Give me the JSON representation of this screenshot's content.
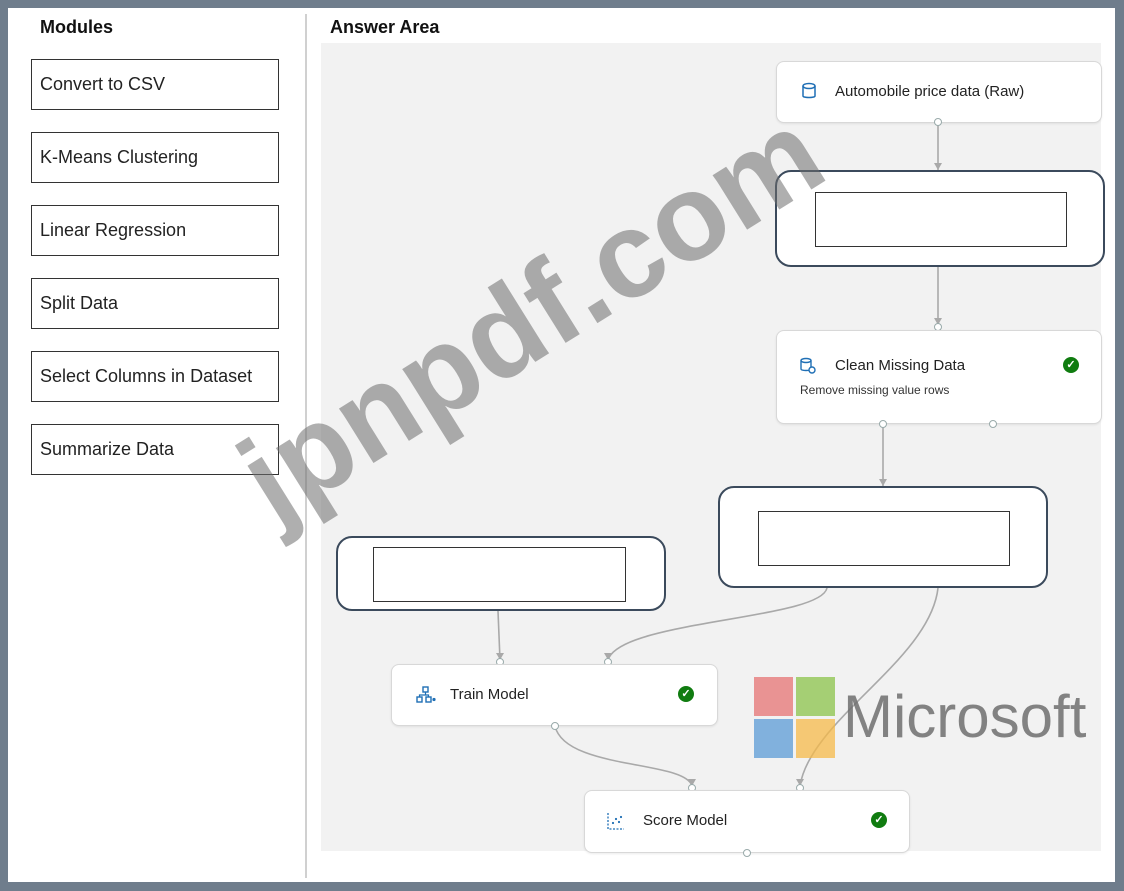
{
  "modules_panel": {
    "title": "Modules",
    "items": [
      "Convert to CSV",
      "K-Means Clustering",
      "Linear Regression",
      "Split Data",
      "Select Columns in Dataset",
      "Summarize Data"
    ]
  },
  "answer_area": {
    "title": "Answer Area",
    "nodes": {
      "dataset": {
        "label": "Automobile price data (Raw)",
        "icon": "database-icon"
      },
      "clean": {
        "label": "Clean Missing Data",
        "sub": "Remove missing value rows",
        "icon": "clean-data-icon",
        "status": "success-check-icon"
      },
      "train": {
        "label": "Train Model",
        "icon": "train-model-icon",
        "status": "success-check-icon"
      },
      "score": {
        "label": "Score Model",
        "icon": "score-model-icon",
        "status": "success-check-icon"
      }
    }
  },
  "watermark": {
    "text": "jpnpdf.com",
    "brand": "Microsoft"
  },
  "colors": {
    "border": "#6f7d8c",
    "canvas": "#f2f2f2",
    "check": "#107c10",
    "icon": "#1f6fb5",
    "ms_red": "#e57373",
    "ms_green": "#8bc34a",
    "ms_blue": "#5b9bd5",
    "ms_yellow": "#f6b94a"
  }
}
